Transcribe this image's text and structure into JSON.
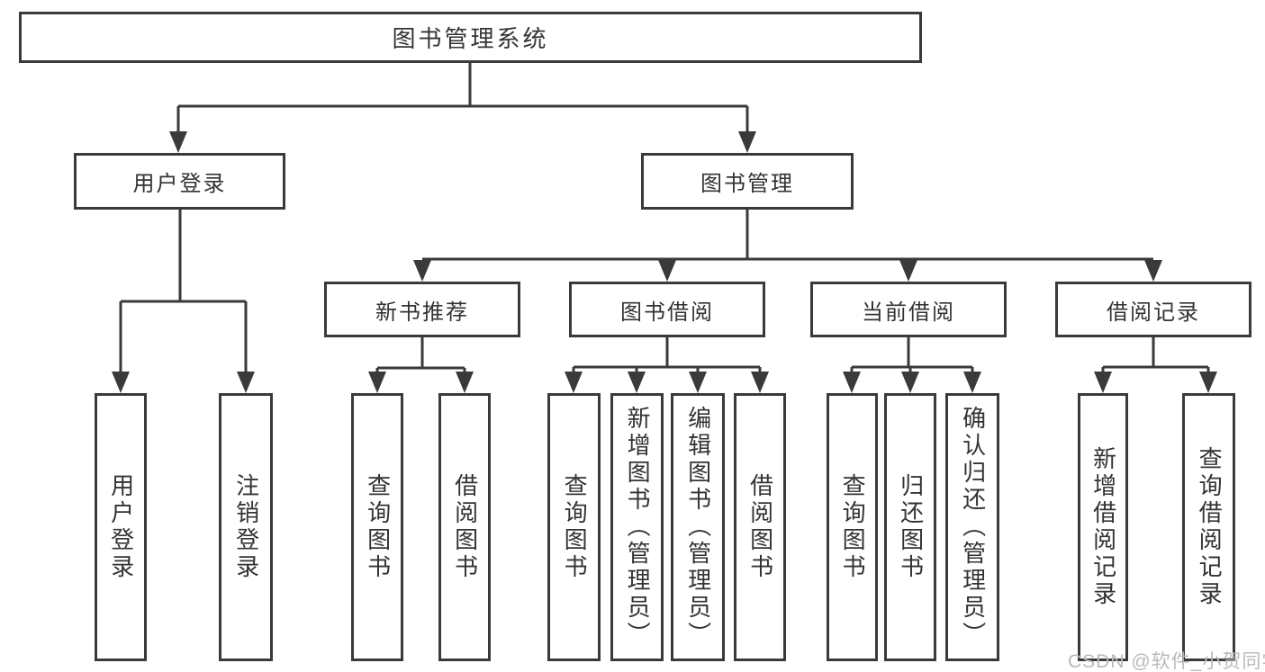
{
  "diagram_type": "hierarchy-tree",
  "colors": {
    "background": "#ffffff",
    "line": "#3a3a3a",
    "box_border": "#3a3a3a",
    "text": "#333333",
    "watermark": "#b9b9b9"
  },
  "watermark": "CSDN @软件_小贺同学",
  "tree": {
    "label": "图书管理系统",
    "children": [
      {
        "label": "用户登录",
        "children": [
          {
            "label": "用户登录"
          },
          {
            "label": "注销登录"
          }
        ]
      },
      {
        "label": "图书管理",
        "children": [
          {
            "label": "新书推荐",
            "children": [
              {
                "label": "查询图书"
              },
              {
                "label": "借阅图书"
              }
            ]
          },
          {
            "label": "图书借阅",
            "children": [
              {
                "label": "查询图书"
              },
              {
                "label": "新增图书（管理员）"
              },
              {
                "label": "编辑图书（管理员）"
              },
              {
                "label": "借阅图书"
              }
            ]
          },
          {
            "label": "当前借阅",
            "children": [
              {
                "label": "查询图书"
              },
              {
                "label": "归还图书"
              },
              {
                "label": "确认归还（管理员）"
              }
            ]
          },
          {
            "label": "借阅记录",
            "children": [
              {
                "label": "新增借阅记录"
              },
              {
                "label": "查询借阅记录"
              }
            ]
          }
        ]
      }
    ]
  }
}
